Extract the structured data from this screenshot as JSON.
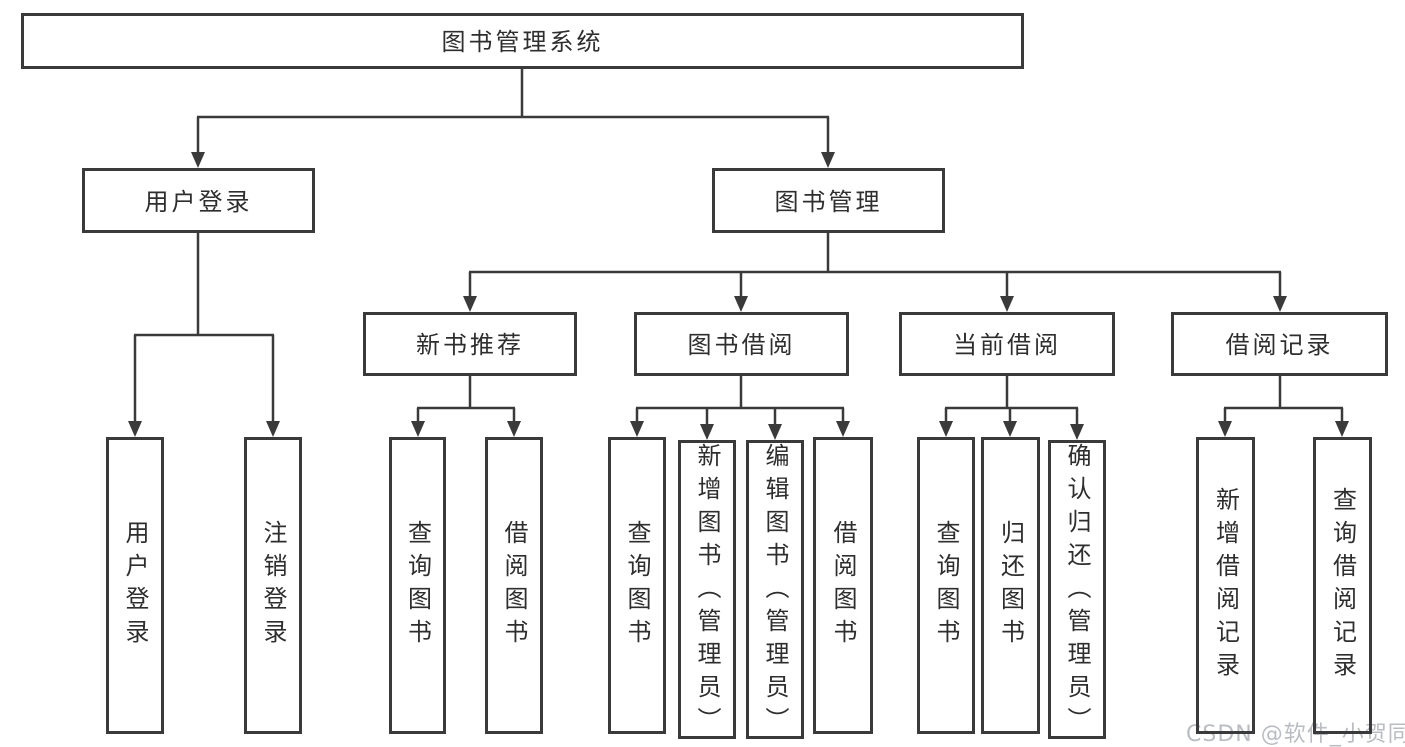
{
  "colors": {
    "line": "#3a3a3a",
    "text": "#2e2e2e",
    "watermark": "#b9bdc2",
    "background": "#ffffff"
  },
  "nodes": {
    "root": {
      "label": "图书管理系统"
    },
    "level1": [
      {
        "label": "用户登录"
      },
      {
        "label": "图书管理"
      }
    ],
    "level2": [
      {
        "label": "新书推荐",
        "parent": "图书管理"
      },
      {
        "label": "图书借阅",
        "parent": "图书管理"
      },
      {
        "label": "当前借阅",
        "parent": "图书管理"
      },
      {
        "label": "借阅记录",
        "parent": "图书管理"
      }
    ],
    "leaves": [
      {
        "label": "用户登录",
        "parent": "用户登录"
      },
      {
        "label": "注销登录",
        "parent": "用户登录"
      },
      {
        "label": "查询图书",
        "parent": "新书推荐"
      },
      {
        "label": "借阅图书",
        "parent": "新书推荐"
      },
      {
        "label": "查询图书",
        "parent": "图书借阅"
      },
      {
        "label": "新增图书（管理员）",
        "parent": "图书借阅"
      },
      {
        "label": "编辑图书（管理员）",
        "parent": "图书借阅"
      },
      {
        "label": "借阅图书",
        "parent": "图书借阅"
      },
      {
        "label": "查询图书",
        "parent": "当前借阅"
      },
      {
        "label": "归还图书",
        "parent": "当前借阅"
      },
      {
        "label": "确认归还（管理员）",
        "parent": "当前借阅"
      },
      {
        "label": "新增借阅记录",
        "parent": "借阅记录"
      },
      {
        "label": "查询借阅记录",
        "parent": "借阅记录"
      }
    ]
  },
  "watermark": {
    "text": "CSDN @软件_小贺同学"
  }
}
